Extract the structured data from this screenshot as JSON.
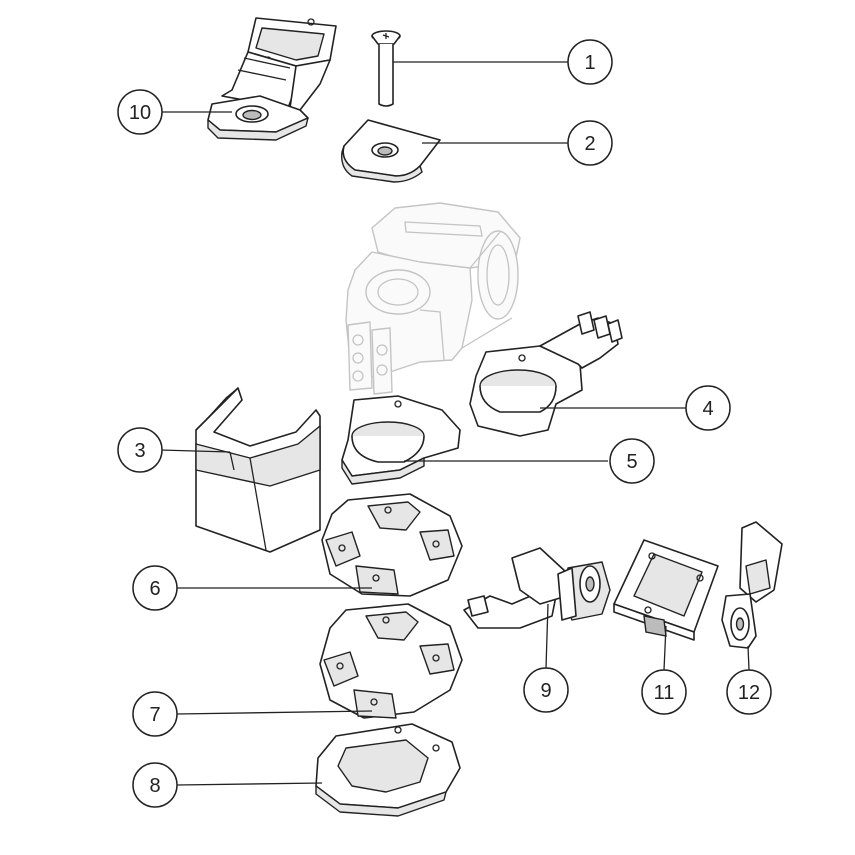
{
  "callouts": [
    {
      "label": "1"
    },
    {
      "label": "2"
    },
    {
      "label": "3"
    },
    {
      "label": "4"
    },
    {
      "label": "5"
    },
    {
      "label": "6"
    },
    {
      "label": "7"
    },
    {
      "label": "8"
    },
    {
      "label": "9"
    },
    {
      "label": "10"
    },
    {
      "label": "11"
    },
    {
      "label": "12"
    }
  ],
  "colors": {
    "line": "#222222",
    "ghost": "#c4c4c4",
    "shade": "#e6e6e6",
    "background": "#ffffff"
  }
}
